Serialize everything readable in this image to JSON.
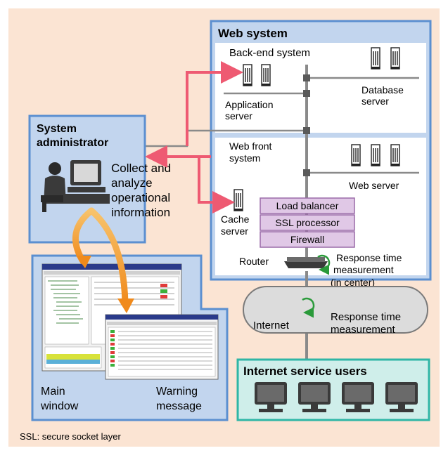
{
  "web_system": {
    "title": "Web system",
    "backend": {
      "title": "Back-end system",
      "app_server_label": [
        "Application",
        "server"
      ],
      "db_server_label": [
        "Database",
        "server"
      ]
    },
    "front": {
      "title": [
        "Web front",
        "system"
      ],
      "web_server_label": "Web server",
      "cache_server_label": [
        "Cache",
        "server"
      ],
      "load_balancer": "Load balancer",
      "ssl_processor": "SSL processor",
      "firewall": "Firewall",
      "router_label": "Router",
      "response_center": [
        "Response time",
        "measurement",
        "(in center)"
      ]
    }
  },
  "sysadmin": {
    "title": [
      "System",
      "administrator"
    ],
    "caption": [
      "Collect and",
      "analyze",
      "operational",
      "information"
    ]
  },
  "monitor": {
    "main_window": [
      "Main",
      "window"
    ],
    "warning_message": [
      "Warning",
      "message"
    ]
  },
  "internet": {
    "label": "Internet",
    "response": [
      "Response time",
      "measurement"
    ]
  },
  "users": {
    "title": "Internet service users"
  },
  "footnote": "SSL: secure socket layer",
  "colors": {
    "background": "#fbe4d3",
    "panel_fill": "#c2d5ee",
    "panel_border": "#5b8fd0",
    "users_fill": "#cfeeea",
    "users_border": "#2fb6a6",
    "box_fill": "#e0c8e6",
    "box_border": "#9a6aa8",
    "arrow_red": "#ee5a72",
    "arrow_orange": "#f3a23c",
    "line_gray": "#8a8a8a",
    "cycle_green": "#2a9a3a"
  }
}
